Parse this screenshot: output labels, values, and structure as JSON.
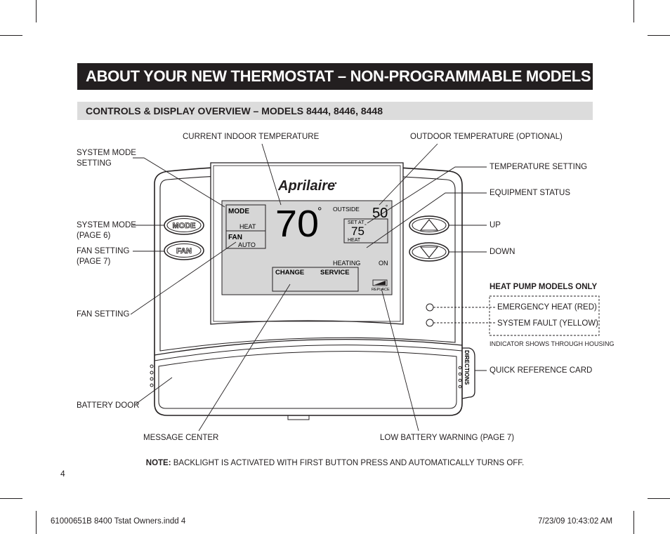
{
  "title": "ABOUT YOUR NEW THERMOSTAT – NON-PROGRAMMABLE MODELS",
  "subtitle": "CONTROLS & DISPLAY OVERVIEW – MODELS 8444, 8446, 8448",
  "callouts": {
    "current_indoor_temp": "CURRENT INDOOR TEMPERATURE",
    "outdoor_temp": "OUTDOOR TEMPERATURE (OPTIONAL)",
    "system_mode_setting_1": "SYSTEM MODE",
    "system_mode_setting_2": "SETTING",
    "temperature_setting": "TEMPERATURE SETTING",
    "equipment_status": "EQUIPMENT STATUS",
    "system_mode_page_1": "SYSTEM MODE",
    "system_mode_page_2": "(PAGE 6)",
    "fan_setting_page_1": "FAN SETTING",
    "fan_setting_page_2": "(PAGE 7)",
    "up": "UP",
    "down": "DOWN",
    "heat_pump_models_only": "HEAT PUMP MODELS ONLY",
    "emergency_heat": "EMERGENCY HEAT (RED)",
    "system_fault": "SYSTEM FAULT (YELLOW)",
    "indicator_note": "INDICATOR SHOWS THROUGH HOUSING",
    "fan_setting": "FAN SETTING",
    "quick_reference_card": "QUICK REFERENCE CARD",
    "battery_door": "BATTERY DOOR",
    "message_center": "MESSAGE CENTER",
    "low_battery_warning": "LOW BATTERY WARNING (PAGE 7)"
  },
  "device": {
    "brand": "Aprilaire",
    "mode_button": "MODE",
    "fan_button": "FAN",
    "directions_tab": "DIRECTIONS",
    "display": {
      "mode_label": "MODE",
      "mode_value": "HEAT",
      "fan_label": "FAN",
      "fan_value": "AUTO",
      "indoor_temp": "70",
      "degree": "°",
      "outside_label": "OUTSIDE",
      "outside_temp": "50",
      "set_at_label": "SET AT",
      "set_temp": "75",
      "set_mode": "HEAT",
      "status_label": "HEATING",
      "status_value": "ON",
      "message_change": "CHANGE",
      "message_service": "SERVICE",
      "battery_label": "REPLACE"
    }
  },
  "note_label": "NOTE:",
  "note_text": " BACKLIGHT IS ACTIVATED WITH FIRST BUTTON PRESS AND AUTOMATICALLY TURNS OFF.",
  "page_number": "4",
  "footer_left": "61000651B 8400 Tstat Owners.indd   4",
  "footer_right": "7/23/09   10:43:02 AM"
}
